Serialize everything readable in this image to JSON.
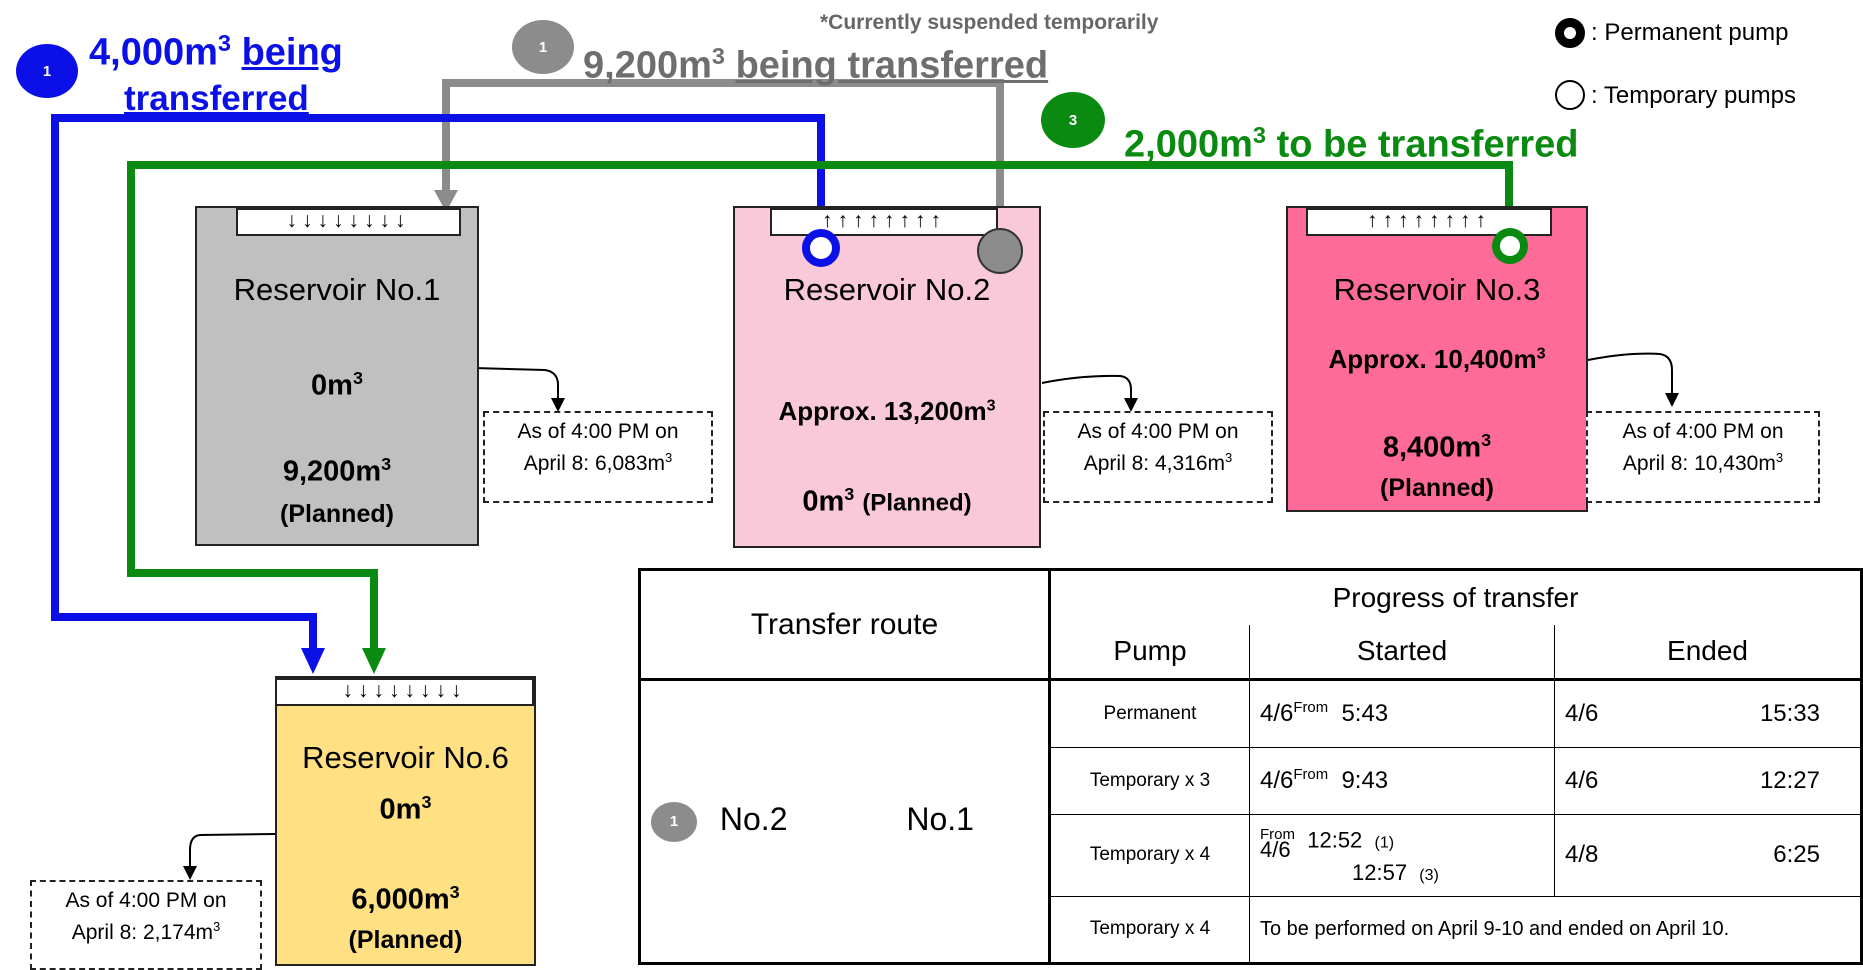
{
  "legend": {
    "permanent_label": ": Permanent pump",
    "temporary_label": ": Temporary pumps"
  },
  "transfers": {
    "blue": {
      "marker": "1",
      "amount": "4,000m",
      "exp": "3",
      "text1": "being",
      "text2": "transferred",
      "color": "#0a10e6"
    },
    "gray": {
      "marker": "1",
      "amount": "9,200m",
      "exp": "3",
      "text": "being transferred",
      "note": "*Currently suspended temporarily",
      "color": "#8c8c8c"
    },
    "green": {
      "marker": "3",
      "amount": "2,000m",
      "exp": "3",
      "text": "to be transferred",
      "color": "#0a8a10"
    }
  },
  "reservoirs": {
    "r1": {
      "name": "Reservoir No.1",
      "current": "0m",
      "current_exp": "3",
      "planned": "9,200m",
      "planned_exp": "3",
      "planned_label": "(Planned)",
      "note1": "As of 4:00 PM on",
      "note2": "April 8: 6,083m",
      "note_exp": "3",
      "color": "#c0c0c0"
    },
    "r2": {
      "name": "Reservoir No.2",
      "current": "Approx. 13,200m",
      "current_exp": "3",
      "planned": "0m",
      "planned_exp": "3",
      "planned_label": "(Planned)",
      "note1": "As of 4:00 PM on",
      "note2": "April 8: 4,316m",
      "note_exp": "3",
      "color": "#f9c9da"
    },
    "r3": {
      "name": "Reservoir No.3",
      "current": "Approx. 10,400m",
      "current_exp": "3",
      "planned": "8,400m",
      "planned_exp": "3",
      "planned_label": "(Planned)",
      "note1": "As of 4:00 PM on",
      "note2": "April 8: 10,430m",
      "note_exp": "3",
      "color": "#ff6b98"
    },
    "r6": {
      "name": "Reservoir No.6",
      "current": "0m",
      "current_exp": "3",
      "planned": "6,000m",
      "planned_exp": "3",
      "planned_label": "(Planned)",
      "note1": "As of 4:00 PM on",
      "note2": "April 8: 2,174m",
      "note_exp": "3",
      "color": "#ffe083"
    }
  },
  "intake": {
    "down": "↓↓↓↓↓↓↓↓",
    "up": "↑↑↑↑↑↑↑↑"
  },
  "table": {
    "route_header": "Transfer route",
    "progress_header": "Progress of transfer",
    "pump_header": "Pump",
    "started_header": "Started",
    "ended_header": "Ended",
    "route_marker": "1",
    "route_from": "No.2",
    "route_to": "No.1",
    "from_word": "From",
    "rows": [
      {
        "pump": "Permanent",
        "start_date": "4/6",
        "start_time": "5:43",
        "end_date": "4/6",
        "end_time": "15:33"
      },
      {
        "pump": "Temporary x 3",
        "start_date": "4/6",
        "start_time": "9:43",
        "end_date": "4/6",
        "end_time": "12:27"
      },
      {
        "pump": "Temporary x 4",
        "start_date": "4/6",
        "start_time": "12:52",
        "start_tag": "(1)",
        "start_time2": "12:57",
        "start_tag2": "(3)",
        "end_date": "4/8",
        "end_time": "6:25"
      },
      {
        "pump": "Temporary x 4",
        "text": "To be performed on April 9-10 and ended on April 10."
      }
    ]
  }
}
